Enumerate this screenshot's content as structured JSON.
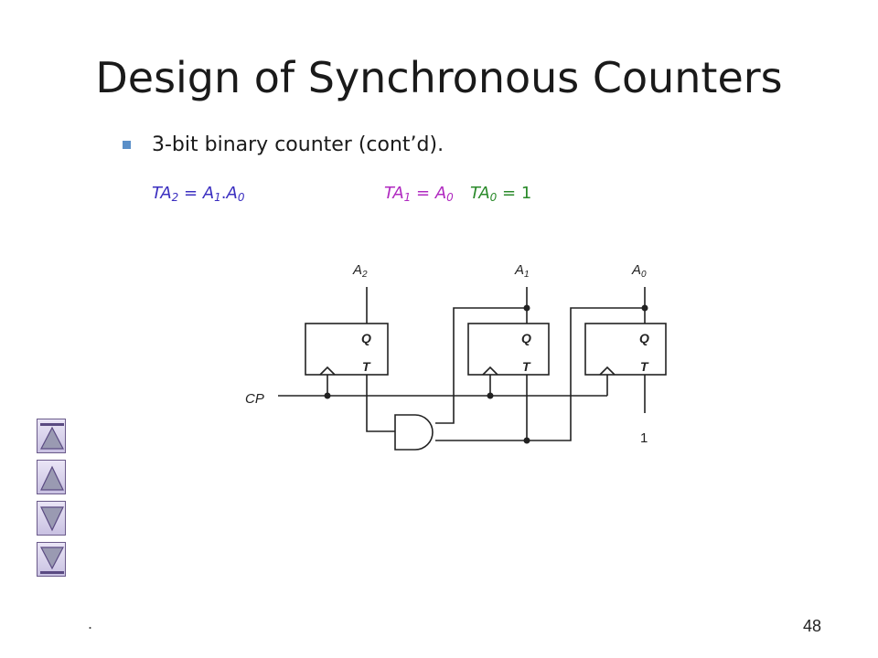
{
  "slide": {
    "title": "Design of Synchronous Counters",
    "bullet": "3-bit binary counter (cont’d).",
    "footer_mark": ".",
    "page_number": "48"
  },
  "equations": [
    {
      "lhs": "TA",
      "lhs_sub": "2",
      "rhs": "A",
      "rhs_sub": "1",
      "op": ".",
      "rhs2": "A",
      "rhs2_sub": "0",
      "color": "#3b2fc0"
    },
    {
      "lhs": "TA",
      "lhs_sub": "1",
      "rhs": "A",
      "rhs_sub": "0",
      "color": "#b02ac0"
    },
    {
      "lhs": "TA",
      "lhs_sub": "0",
      "rhs": "1",
      "color": "#2a8a2a"
    }
  ],
  "circuit": {
    "outputs": [
      {
        "name": "A",
        "sub": "2"
      },
      {
        "name": "A",
        "sub": "1"
      },
      {
        "name": "A",
        "sub": "0"
      }
    ],
    "ff_q_label": "Q",
    "ff_t_label": "T",
    "clock_label": "CP",
    "constant_input": "1"
  },
  "nav": {
    "buttons": [
      {
        "name": "first-slide",
        "icon": "up-triangle-bar"
      },
      {
        "name": "previous-slide",
        "icon": "up-triangle"
      },
      {
        "name": "next-slide",
        "icon": "down-triangle"
      },
      {
        "name": "last-slide",
        "icon": "down-triangle-bar"
      }
    ]
  }
}
